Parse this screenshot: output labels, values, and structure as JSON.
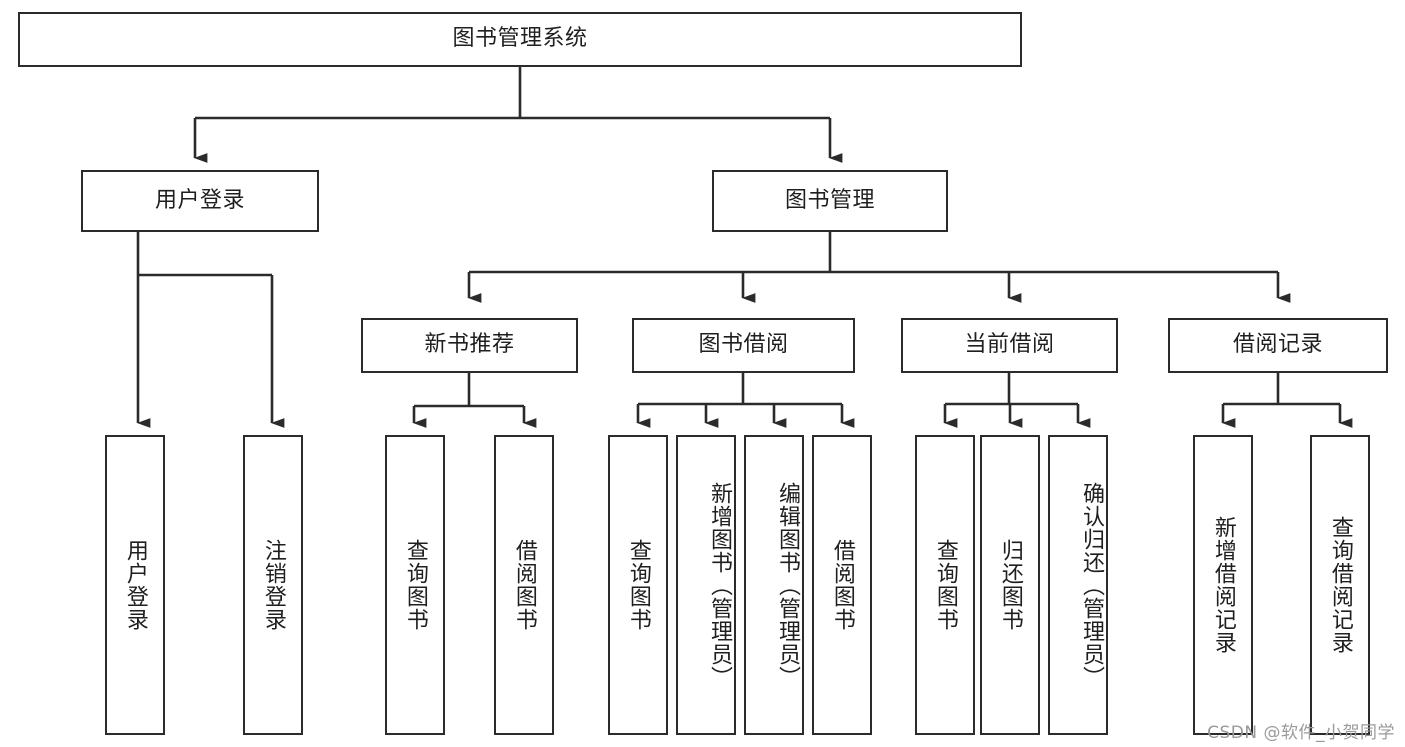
{
  "diagram": {
    "title": "图书管理系统",
    "type": "hierarchy-tree",
    "root": {
      "label": "图书管理系统"
    },
    "level2": [
      {
        "label": "用户登录"
      },
      {
        "label": "图书管理"
      }
    ],
    "level3": [
      {
        "label": "新书推荐"
      },
      {
        "label": "图书借阅"
      },
      {
        "label": "当前借阅"
      },
      {
        "label": "借阅记录"
      }
    ],
    "leaves": {
      "user_login": [
        {
          "label": "用户登录"
        },
        {
          "label": "注销登录"
        }
      ],
      "new_book_recommend": [
        {
          "label": "查询图书"
        },
        {
          "label": "借阅图书"
        }
      ],
      "book_borrow": [
        {
          "label": "查询图书"
        },
        {
          "label": "新增图书（管理员）"
        },
        {
          "label": "编辑图书（管理员）"
        },
        {
          "label": "借阅图书"
        }
      ],
      "current_borrow": [
        {
          "label": "查询图书"
        },
        {
          "label": "归还图书"
        },
        {
          "label": "确认归还（管理员）"
        }
      ],
      "borrow_record": [
        {
          "label": "新增借阅记录"
        },
        {
          "label": "查询借阅记录"
        }
      ]
    },
    "watermark": "CSDN @软件_小贺同学",
    "colors": {
      "stroke": "#2b2b2b",
      "fill": "#ffffff",
      "text": "#1f1f1f",
      "watermark": "#9a9a9a"
    }
  }
}
